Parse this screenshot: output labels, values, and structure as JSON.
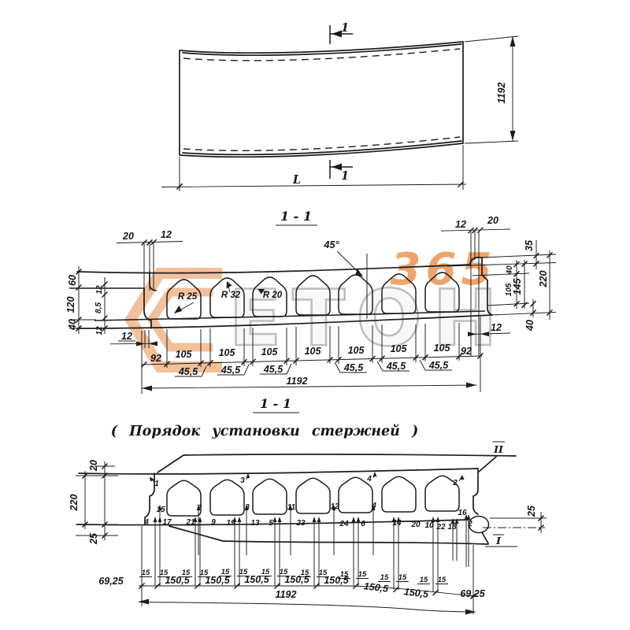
{
  "watermark": {
    "digits": "365",
    "letters": "ЕТОН",
    "orange": "#e8823a",
    "gray": "#bfbfbf"
  },
  "plan": {
    "mark_top": "1",
    "mark_bottom": "1",
    "width": "1192",
    "length": "L"
  },
  "section": {
    "title": "1 - 1",
    "dims_top_left": [
      "20",
      "12"
    ],
    "dims_top_right": [
      "12",
      "20"
    ],
    "dims_left": [
      "60",
      "120",
      "40"
    ],
    "dims_left_inner": [
      "12",
      "8,5",
      "12"
    ],
    "dims_right": [
      "35",
      "220",
      "145",
      "105",
      "40",
      "40"
    ],
    "dim_bottom_left": "12",
    "dim_bottom_right": "12",
    "radius_labels": [
      "R 25",
      "R 32",
      "R 20"
    ],
    "angle_label": "45°",
    "chain": {
      "end": "92",
      "void": "105",
      "rib": "45,5",
      "total": "1192"
    }
  },
  "order": {
    "title": "1 - 1",
    "caption": "( Порядок  установки  стержней )",
    "dims_left": [
      "20",
      "220",
      "25"
    ],
    "dim_right": "25",
    "plane_top": "II",
    "plane_bottom": "I",
    "top_numbers": [
      "1",
      "3",
      "4",
      "2"
    ],
    "mid_numbers": [
      "15",
      "7",
      "3",
      "11",
      "12",
      "4",
      "16"
    ],
    "bottom_numbers": [
      "4",
      "17",
      "21",
      "9",
      "19",
      "13",
      "5",
      "23",
      "24",
      "6",
      "14",
      "20",
      "10",
      "22",
      "18",
      "2"
    ],
    "spacing": {
      "end": "69,25",
      "step": "150,5",
      "pair": "15",
      "total": "1192"
    }
  }
}
